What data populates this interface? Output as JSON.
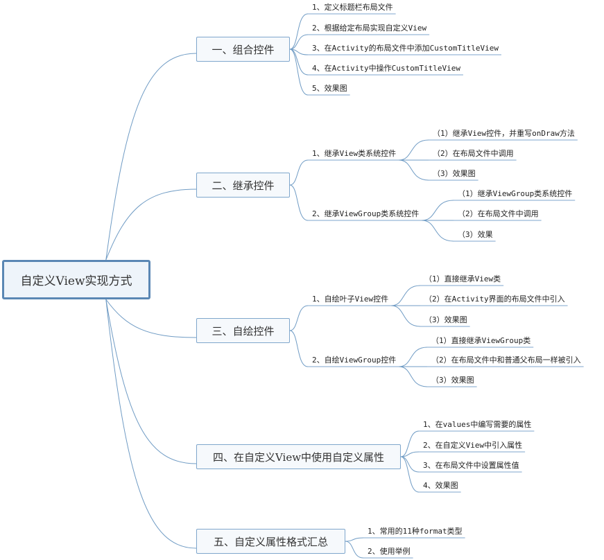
{
  "root": {
    "label": "自定义View实现方式"
  },
  "branches": [
    {
      "label": "一、组合控件",
      "children": [
        {
          "label": "1、定义标题栏布局文件"
        },
        {
          "label": "2、根据给定布局实现自定义View"
        },
        {
          "label": "3、在Activity的布局文件中添加CustomTitleView"
        },
        {
          "label": "4、在Activity中操作CustomTitleView"
        },
        {
          "label": "5、效果图"
        }
      ]
    },
    {
      "label": "二、继承控件",
      "children": [
        {
          "label": "1、继承View类系统控件",
          "children": [
            {
              "label": "（1）继承View控件，并重写onDraw方法"
            },
            {
              "label": "（2）在布局文件中调用"
            },
            {
              "label": "（3）效果图"
            }
          ]
        },
        {
          "label": "2、继承ViewGroup类系统控件",
          "children": [
            {
              "label": "（1）继承ViewGroup类系统控件"
            },
            {
              "label": "（2）在布局文件中调用"
            },
            {
              "label": "（3）效果"
            }
          ]
        }
      ]
    },
    {
      "label": "三、自绘控件",
      "children": [
        {
          "label": "1、自绘叶子View控件",
          "children": [
            {
              "label": "（1）直接继承View类"
            },
            {
              "label": "（2）在Activity界面的布局文件中引入"
            },
            {
              "label": "（3）效果图"
            }
          ]
        },
        {
          "label": "2、自绘ViewGroup控件",
          "children": [
            {
              "label": "（1）直接继承ViewGroup类"
            },
            {
              "label": "（2）在布局文件中和普通父布局一样被引入"
            },
            {
              "label": "（3）效果图"
            }
          ]
        }
      ]
    },
    {
      "label": "四、在自定义View中使用自定义属性",
      "children": [
        {
          "label": "1、在values中编写需要的属性"
        },
        {
          "label": "2、在自定义View中引入属性"
        },
        {
          "label": "3、在布局文件中设置属性值"
        },
        {
          "label": "4、效果图"
        }
      ]
    },
    {
      "label": "五、自定义属性格式汇总",
      "children": [
        {
          "label": "1、常用的11种format类型"
        },
        {
          "label": "2、使用举例"
        }
      ]
    }
  ],
  "colors": {
    "line": "#6f9bc4",
    "underline": "#7ea6cc",
    "root_border": "#5a87b4"
  }
}
